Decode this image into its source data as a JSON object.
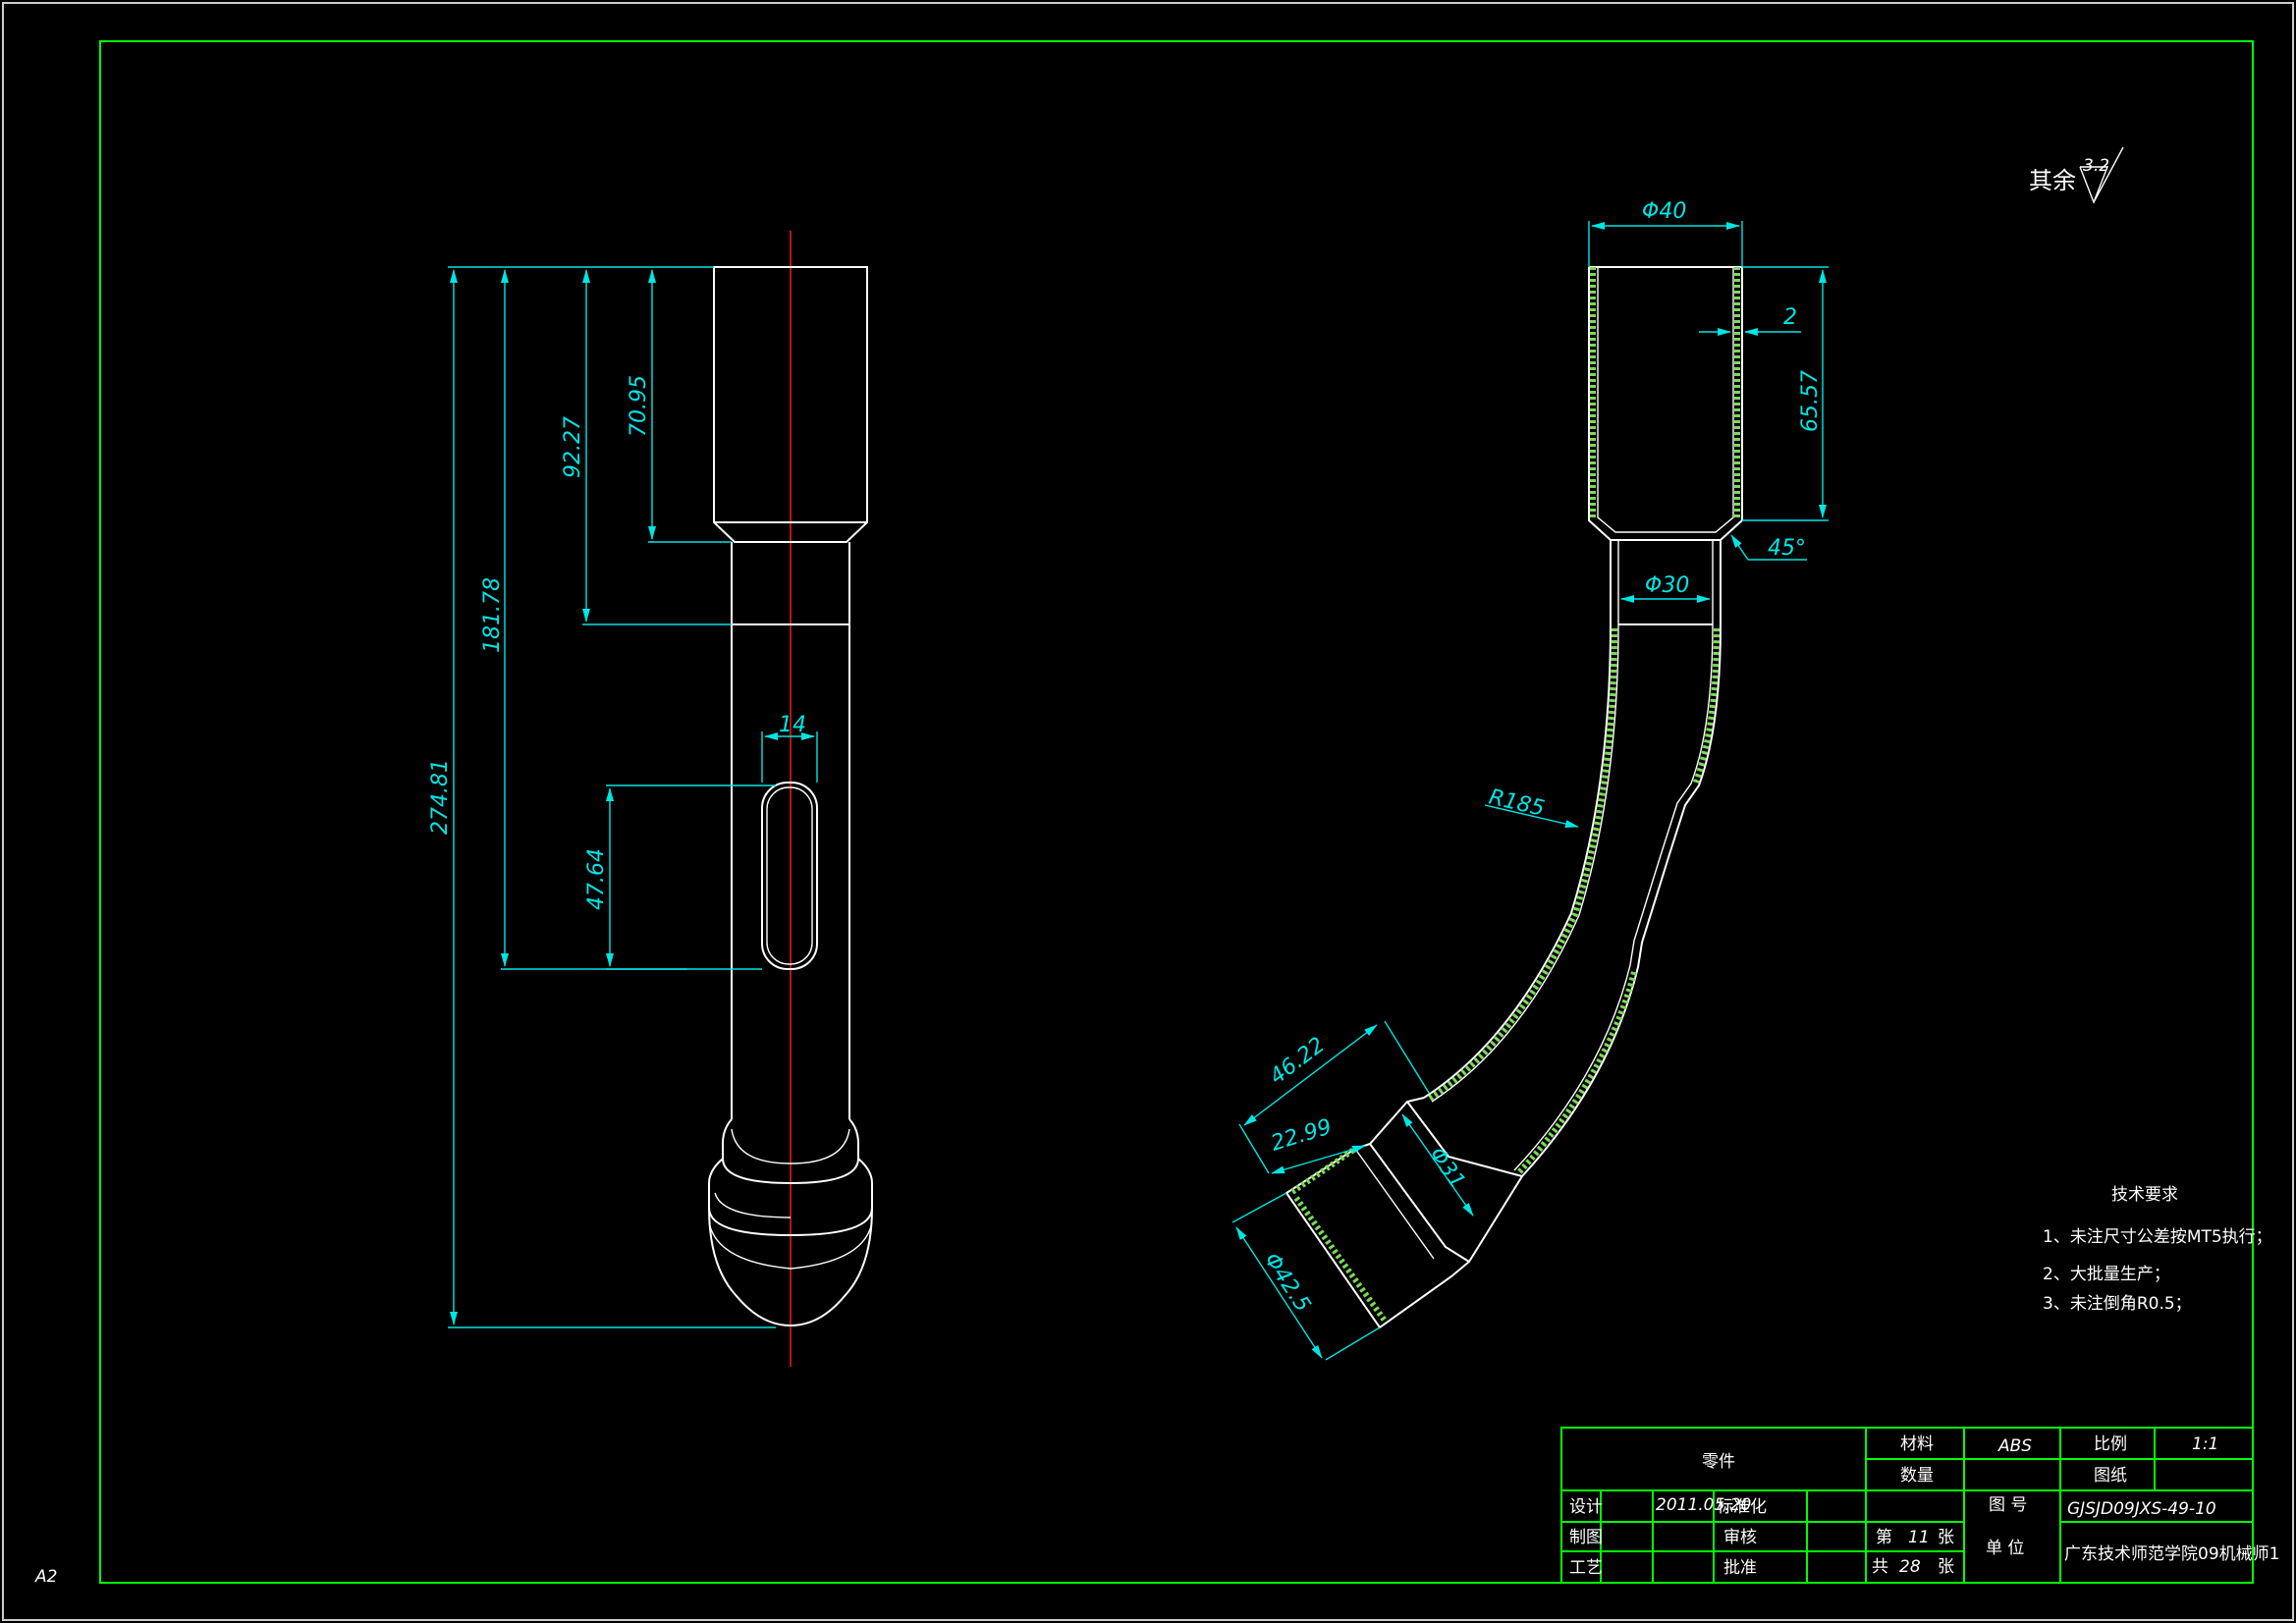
{
  "sheet": {
    "size_label": "A2",
    "surface_note_prefix": "其余",
    "surface_roughness": "3.2"
  },
  "dimensions_left": {
    "total_length": "274.81",
    "slot_offset": "181.78",
    "shoulder_depth": "92.27",
    "socket_depth": "70.95",
    "slot_width": "14",
    "slot_length": "47.64"
  },
  "dimensions_right": {
    "outer_diameter": "Φ40",
    "wall_thickness": "2",
    "socket_length": "65.57",
    "chamfer_angle": "45°",
    "inner_diameter": "Φ30",
    "bend_radius": "R185",
    "end_length": "46.22",
    "end_step": "22.99",
    "end_inner_diameter": "Φ31",
    "end_outer_diameter": "Φ42.5"
  },
  "tech_requirements": {
    "title": "技术要求",
    "items": [
      "1、未注尺寸公差按MT5执行；",
      "2、大批量生产；",
      "3、未注倒角R0.5；"
    ]
  },
  "title_block": {
    "part_name": "零件",
    "material_label": "材料",
    "material_value": "ABS",
    "scale_label": "比例",
    "scale_value": "1:1",
    "quantity_label": "数量",
    "drawing_label": "图纸",
    "drawing_no_label": "图 号",
    "drawing_no_value": "GJSJD09JXS-49-10",
    "unit_label": "单 位",
    "unit_value": "广东技术师范学院09机械师1",
    "designer_label": "设计",
    "design_date": "2011.05.20",
    "standardization_label": "标准化",
    "draw_label": "制图",
    "review_label": "审核",
    "process_label": "工艺",
    "approve_label": "批准",
    "sheet_prefix": "第",
    "sheet_number": "11",
    "sheet_unit": "张",
    "total_prefix": "共",
    "total_sheets": "28",
    "total_unit": "张"
  }
}
